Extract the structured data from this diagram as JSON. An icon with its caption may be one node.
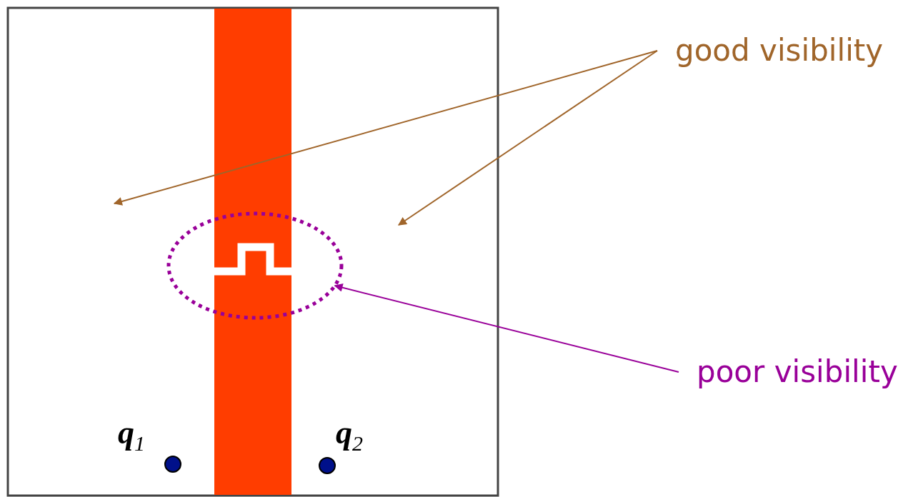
{
  "diagram": {
    "nodes": [
      {
        "text": [
          "good visibility"
        ]
      },
      {
        "text": [
          "poor visibility"
        ]
      },
      {
        "text": [],
        "shape": "circle"
      }
    ],
    "edges": [
      {
        "from": 0,
        "to": null,
        "arrow": "to",
        "color": "#a0652a"
      },
      {
        "from": 0,
        "to": null,
        "arrow": "to",
        "color": "#a0652a"
      },
      {
        "from": 1,
        "to": 2,
        "arrow": "to",
        "color": "#990099"
      }
    ],
    "labels": [
      "q$_{1}$",
      "q$_{2}$"
    ]
  }
}
